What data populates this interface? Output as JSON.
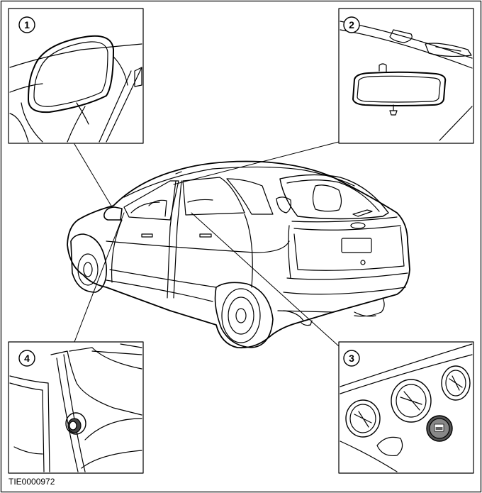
{
  "callouts": [
    {
      "number": "1"
    },
    {
      "number": "2"
    },
    {
      "number": "3"
    },
    {
      "number": "4"
    }
  ],
  "reference_code": "TIE0000972",
  "colors": {
    "line": "#000000",
    "background": "#ffffff",
    "frame": "#333333"
  }
}
